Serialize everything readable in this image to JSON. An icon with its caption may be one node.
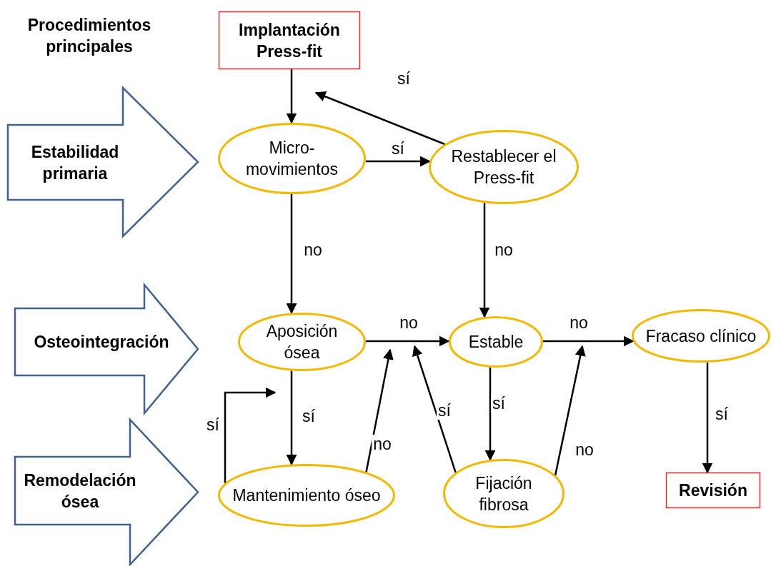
{
  "diagram": {
    "nodes": [
      {
        "text": [
          "Implantación Press-fit"
        ]
      },
      {
        "text": [
          "Estabilidad primaria"
        ]
      },
      {
        "text": [
          "Micro- movimientos"
        ]
      },
      {
        "text": [
          "Restablecer el Press-fit"
        ]
      },
      {
        "text": [
          "Osteointegración"
        ]
      },
      {
        "text": [
          "Aposición ósea"
        ]
      },
      {
        "text": [
          "Estable"
        ]
      },
      {
        "text": [
          "Fracaso clínico"
        ]
      },
      {
        "text": [
          "Remodelación ósea"
        ]
      },
      {
        "text": [
          "Mantenimiento óseo"
        ]
      },
      {
        "text": [
          "Fijación fibrosa"
        ]
      },
      {
        "text": [
          "Revisión"
        ]
      }
    ],
    "edges": [
      {
        "from": 0,
        "to": 2,
        "arrow": "to"
      },
      {
        "from": 3,
        "to": null,
        "arrow": "to",
        "label": "sí"
      },
      {
        "from": 2,
        "to": 3,
        "arrow": "to",
        "label": "sí"
      },
      {
        "from": 2,
        "to": 5,
        "arrow": "to",
        "label": "no"
      },
      {
        "from": 3,
        "to": 6,
        "arrow": "to",
        "label": "no"
      },
      {
        "from": 5,
        "to": 6,
        "arrow": "to",
        "label": "no"
      },
      {
        "from": 6,
        "to": 7,
        "arrow": "to",
        "label": "no"
      },
      {
        "from": 7,
        "to": 11,
        "arrow": "to",
        "label": "sí"
      },
      {
        "from": 5,
        "to": 9,
        "arrow": "to",
        "label": "sí"
      },
      {
        "from": 6,
        "to": 10,
        "arrow": "to",
        "label": "sí"
      },
      {
        "from": 9,
        "to": null,
        "arrow": "to",
        "label": "no"
      },
      {
        "from": 10,
        "to": null,
        "arrow": "to",
        "label": "sí"
      },
      {
        "from": 10,
        "to": null,
        "arrow": "to",
        "label": "no"
      },
      {
        "from": 9,
        "to": null,
        "arrow": "to",
        "label": "sí"
      }
    ],
    "labels": [
      "Procedimientos principales"
    ]
  }
}
